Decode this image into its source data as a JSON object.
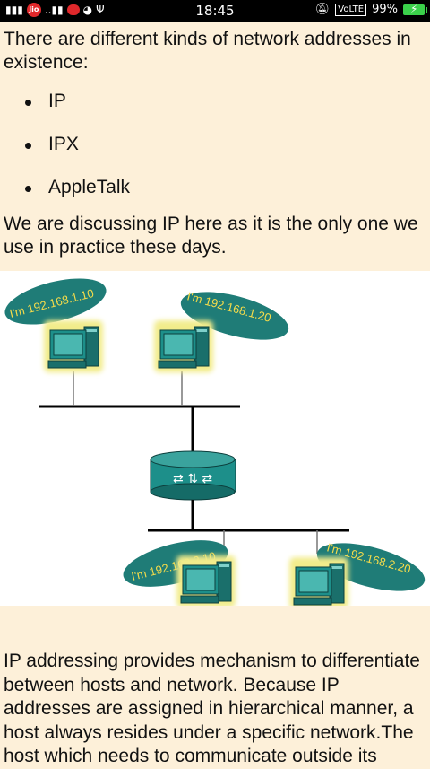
{
  "status": {
    "time": "18:45",
    "battery": "99%",
    "volte": "VoLTE",
    "jio": "Jio"
  },
  "article": {
    "intro": "There are different kinds of network addresses in existence:",
    "kinds": [
      "IP",
      "IPX",
      "AppleTalk"
    ],
    "discussion": "We are discussing IP here as it is the only one we use in practice these days.",
    "addressing": "IP addressing provides mechanism to differentiate between hosts and network. Because IP addresses are assigned in hierarchical manner, a host always resides under a specific network.The host which needs to communicate outside its"
  },
  "diagram": {
    "hosts": [
      {
        "label": "I'm 192.168.1.10"
      },
      {
        "label": "I'm 192.168.1.20"
      },
      {
        "label": "I'm 192.168.2.10"
      },
      {
        "label": "I'm 192.168.2.20"
      }
    ],
    "colors": {
      "bubble": "#1f7c77",
      "screen": "#1d8f8a",
      "glow": "#f2ec8b",
      "ip_text": "#f6dc4a"
    }
  }
}
